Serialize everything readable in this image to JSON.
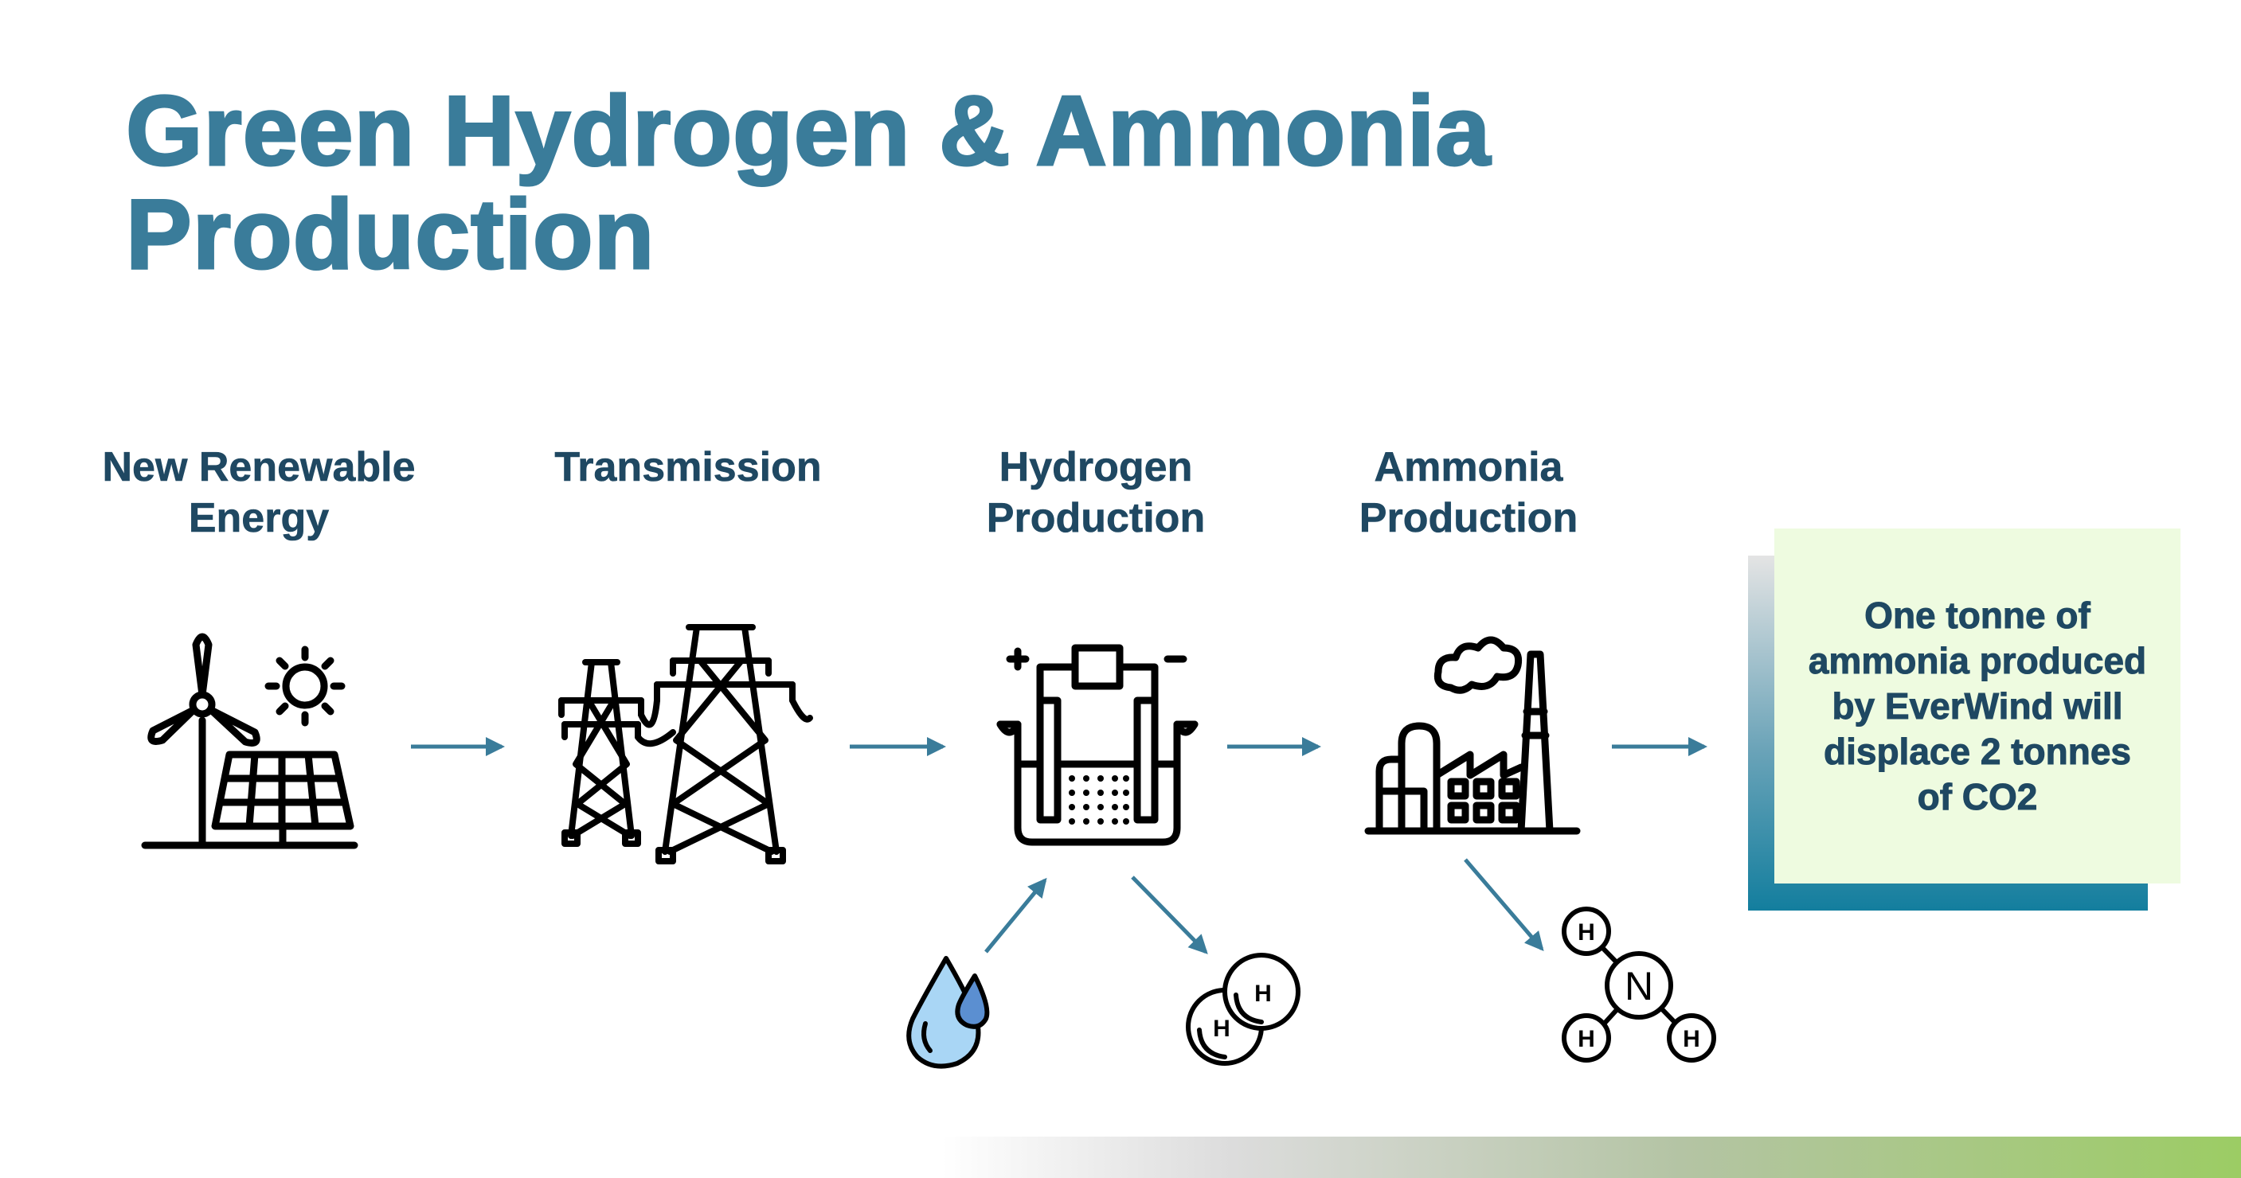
{
  "slide": {
    "title": "Green Hydrogen & Ammonia Production"
  },
  "stages": [
    {
      "label": "New Renewable Energy",
      "icon": "wind-turbine-solar-panel-icon"
    },
    {
      "label": "Transmission",
      "icon": "power-transmission-tower-icon"
    },
    {
      "label": "Hydrogen Production",
      "icon": "electrolyzer-icon"
    },
    {
      "label": "Ammonia Production",
      "icon": "factory-icon"
    }
  ],
  "inputs_outputs": [
    {
      "role": "input",
      "stage": "Hydrogen Production",
      "icon": "water-drop-icon"
    },
    {
      "role": "output",
      "stage": "Hydrogen Production",
      "icon": "hydrogen-molecule-icon",
      "atoms": [
        "H",
        "H"
      ]
    },
    {
      "role": "output",
      "stage": "Ammonia Production",
      "icon": "ammonia-molecule-icon",
      "atoms": [
        "N",
        "H",
        "H",
        "H"
      ]
    }
  ],
  "callout": {
    "text": "One tonne of ammonia produced by EverWind will displace 2 tonnes of CO2"
  },
  "colors": {
    "title": "#3a7c9a",
    "label": "#1f4862",
    "arrow": "#3a7c9a",
    "callout_bg": "#eefbe0",
    "callout_shadow": "#137e9e",
    "water": "#a9d6f5",
    "bottom_bar_end": "#9ccc64"
  }
}
